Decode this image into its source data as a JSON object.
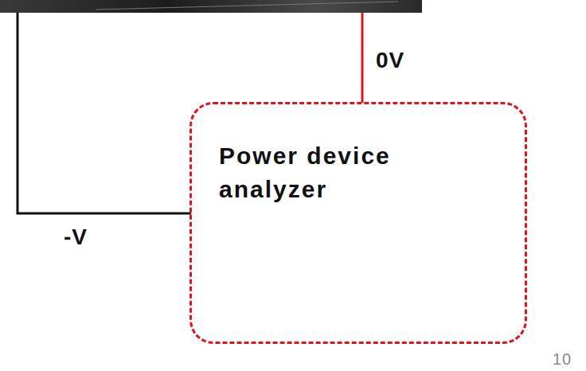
{
  "diagram": {
    "nodes": [
      {
        "text": [
          "Power device analyzer"
        ]
      }
    ],
    "labels": [
      "0V",
      "-V",
      "10"
    ]
  }
}
